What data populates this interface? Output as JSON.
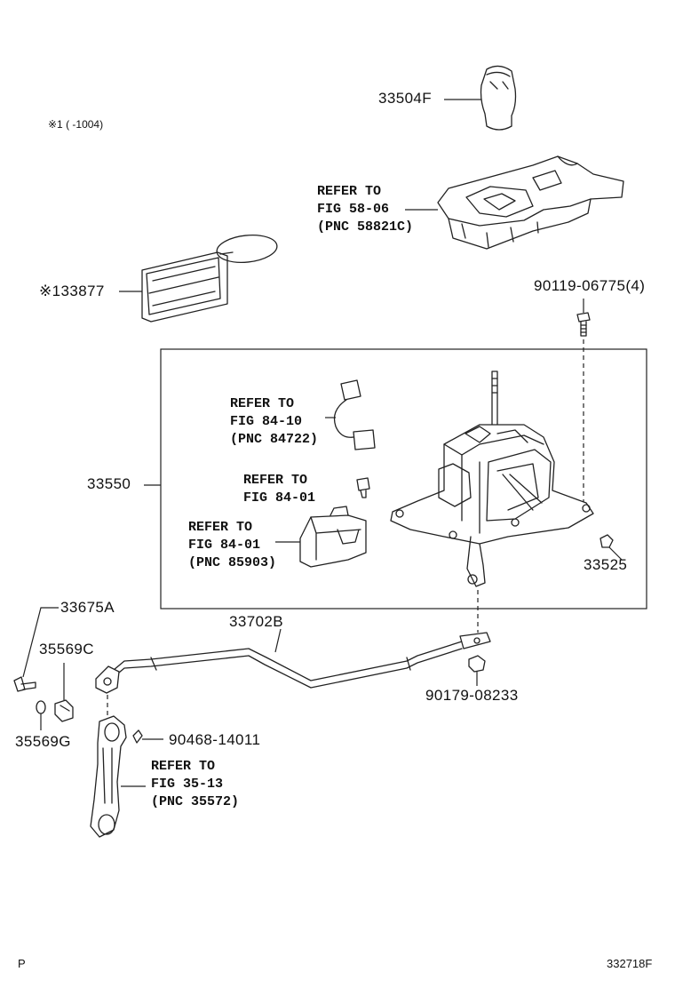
{
  "note": "※1 (       -1004)",
  "parts": {
    "knob": "33504F",
    "panel": "※133877",
    "bolt": "90119-06775(4)",
    "assembly": "33550",
    "nut_small": "33525",
    "bolt_pin": "33675A",
    "cable": "33702B",
    "bushing_c": "35569C",
    "bushing_g": "35569G",
    "nut": "90179-08233",
    "clip": "90468-14011"
  },
  "refs": {
    "console": [
      "REFER TO",
      "FIG 58-06",
      "(PNC 58821C)"
    ],
    "harness": [
      "REFER TO",
      "FIG 84-10",
      "(PNC 84722)"
    ],
    "bulb": [
      "REFER TO",
      "FIG 84-01"
    ],
    "switch": [
      "REFER TO",
      "FIG 84-01",
      "(PNC 85903)"
    ],
    "lever": [
      "REFER TO",
      "FIG 35-13",
      "(PNC 35572)"
    ]
  },
  "footer": {
    "left": "P",
    "right": "332718F"
  }
}
